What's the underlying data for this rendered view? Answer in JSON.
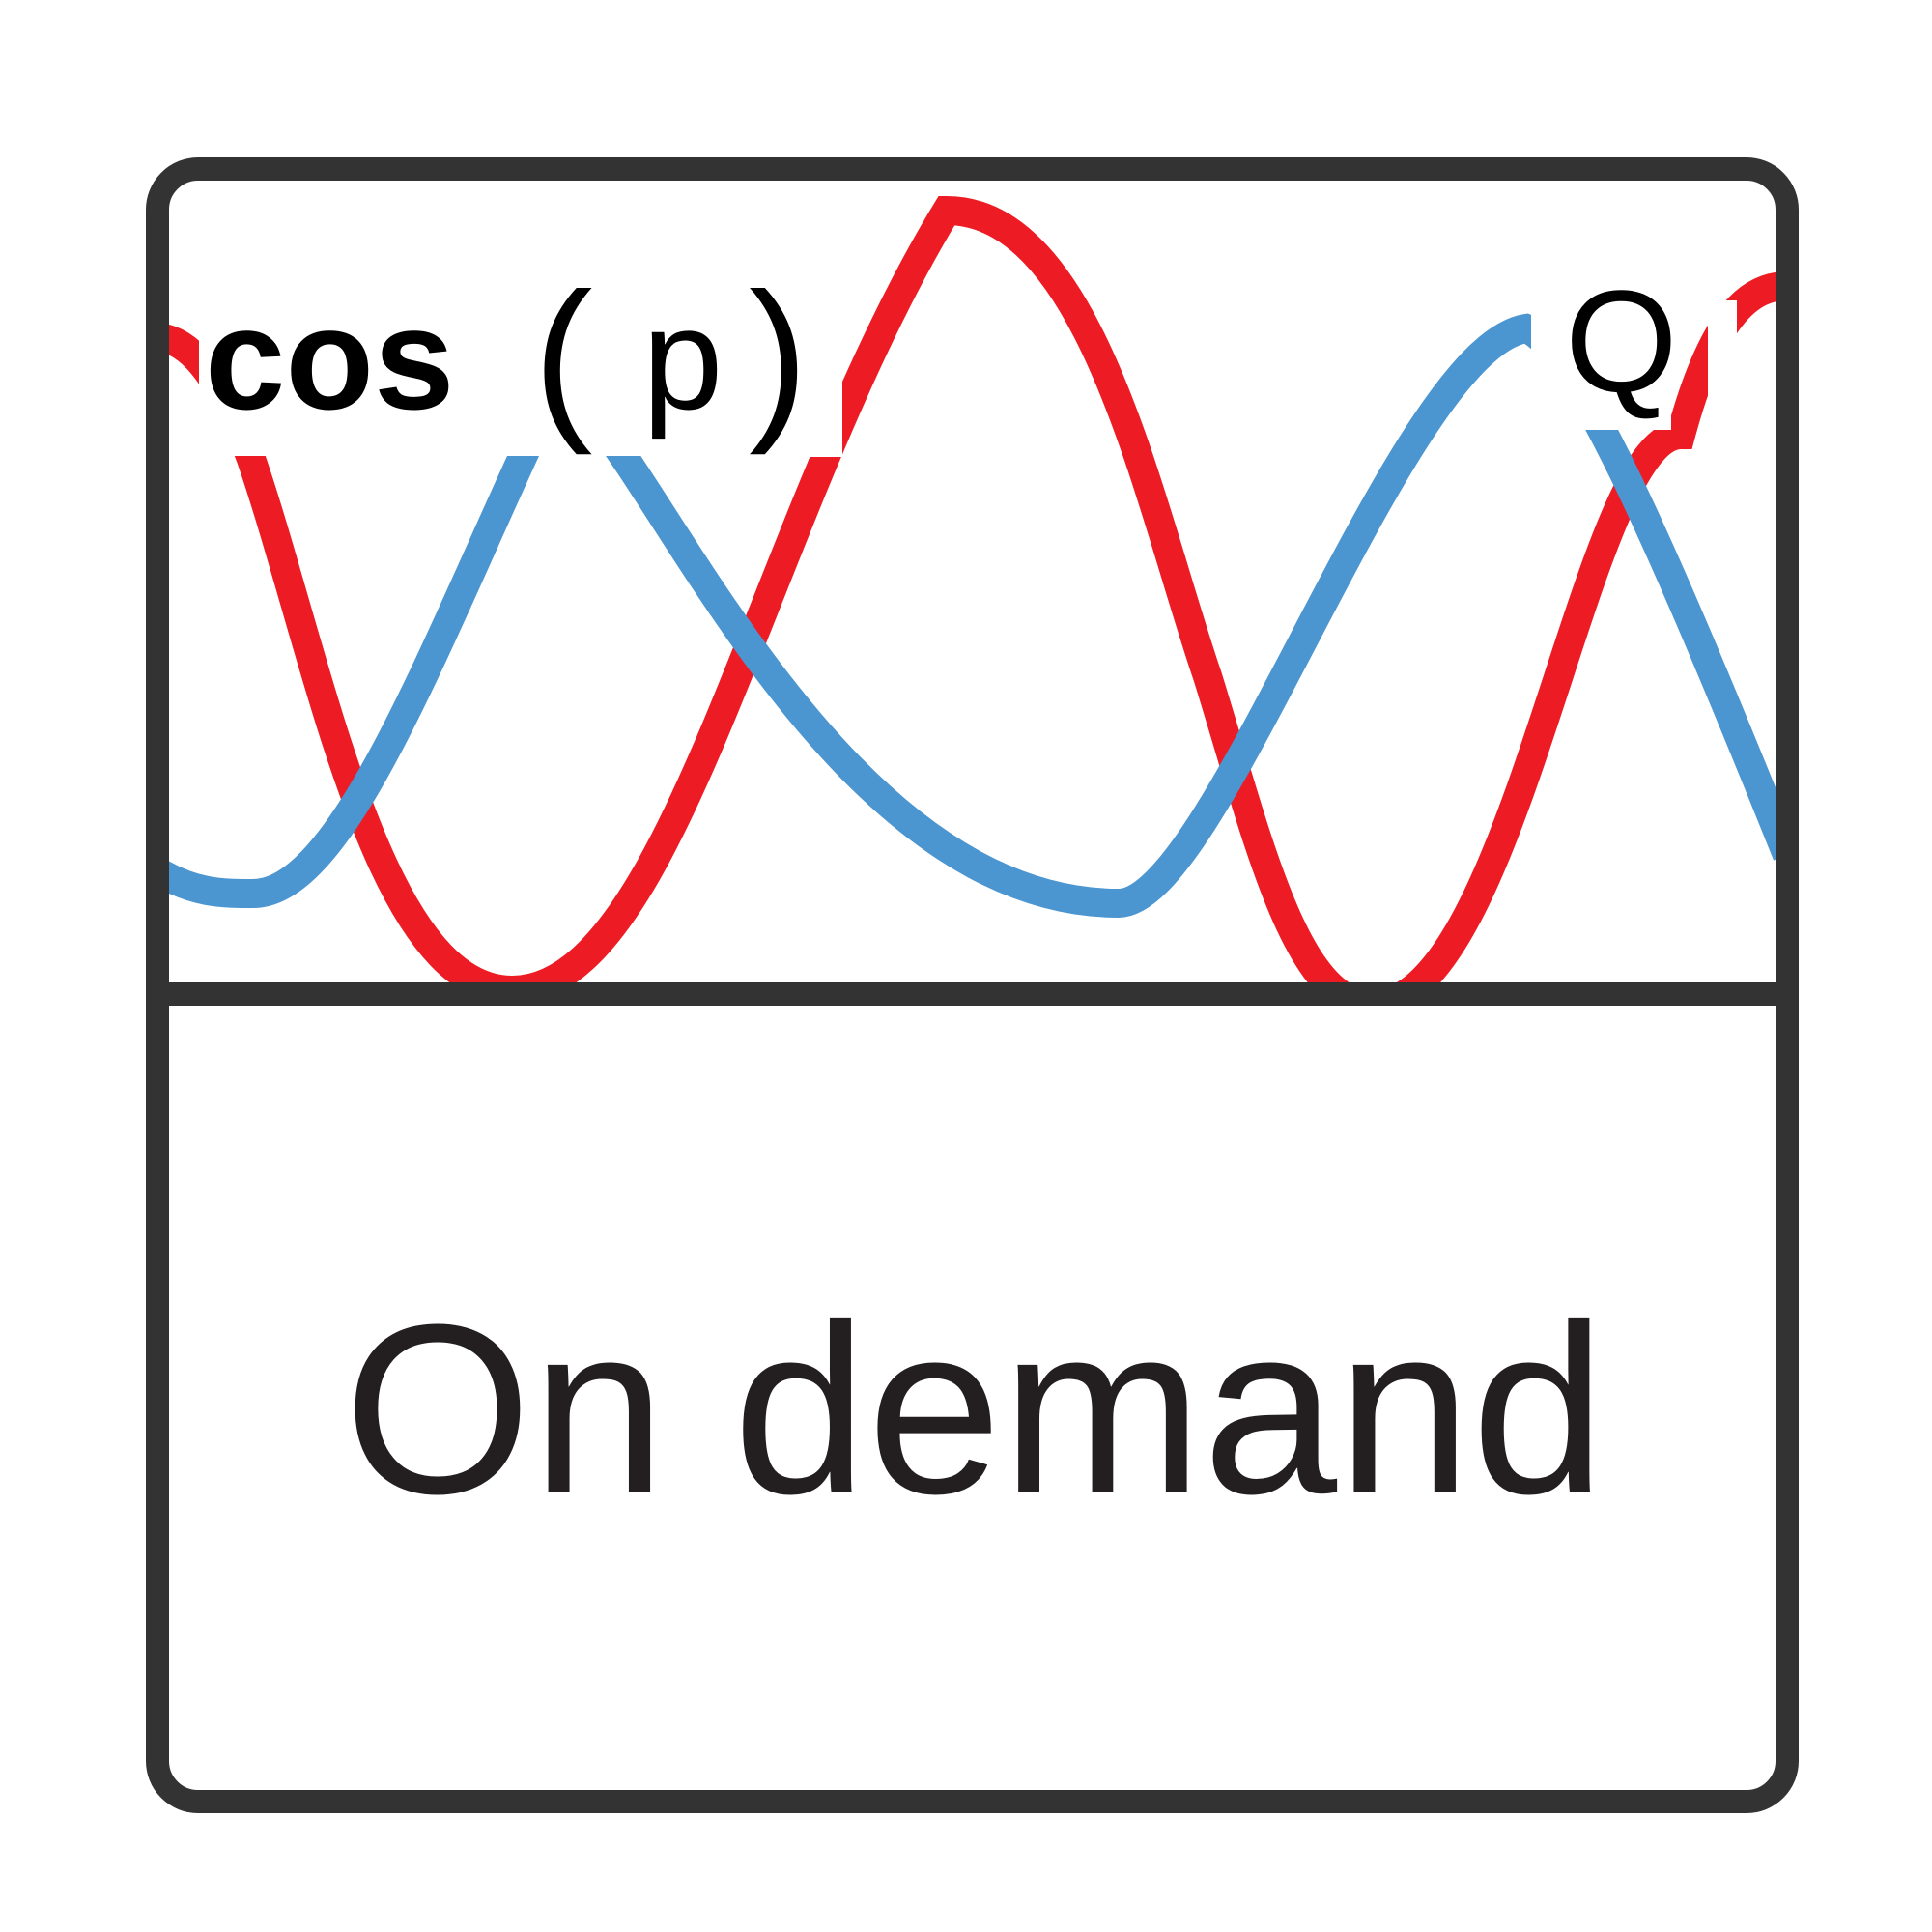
{
  "formula": {
    "func": "cos",
    "open_paren": "(",
    "arg": "p",
    "close_paren": ")",
    "right_label": "Q"
  },
  "caption": "On demand",
  "colors": {
    "frame": "#333333",
    "wave_red": "#ed1c24",
    "wave_blue": "#4b95d1",
    "formula_text": "#000000",
    "caption_text": "#231f20",
    "background": "#ffffff"
  }
}
